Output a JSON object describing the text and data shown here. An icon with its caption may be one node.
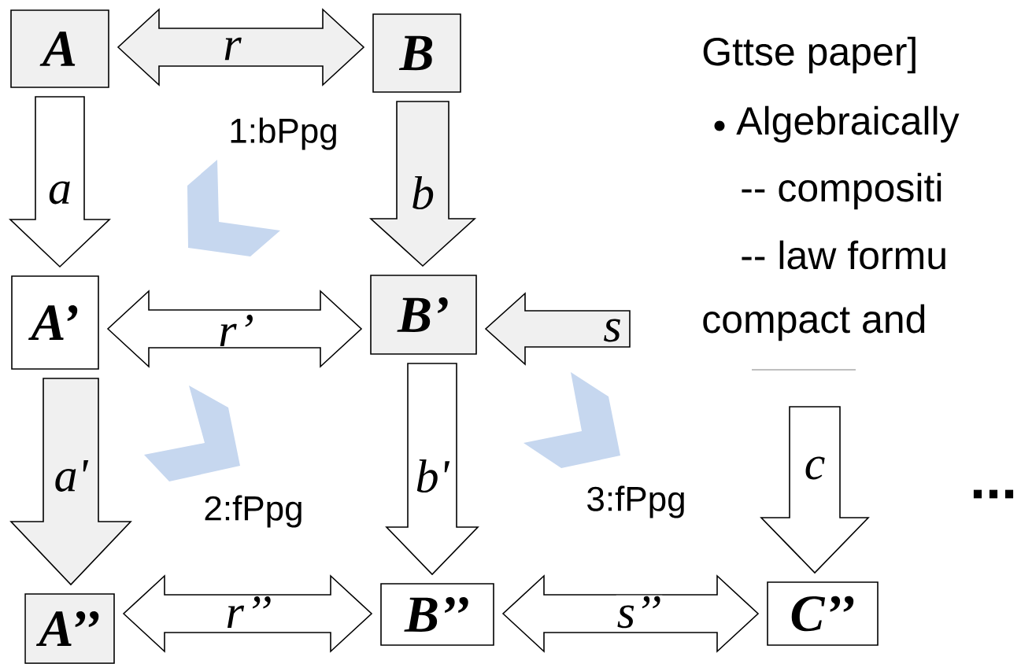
{
  "diagram": {
    "nodes": [
      {
        "text": [
          "A"
        ]
      },
      {
        "text": [
          "B"
        ]
      },
      {
        "text": [
          "A’"
        ]
      },
      {
        "text": [
          "B’"
        ]
      },
      {
        "text": [
          "A’’"
        ]
      },
      {
        "text": [
          "B’’"
        ]
      },
      {
        "text": [
          "C’’"
        ]
      }
    ],
    "edges": [
      {
        "from": 0,
        "to": 1,
        "arrow": "both",
        "label": "r"
      },
      {
        "from": 0,
        "to": 2,
        "arrow": "to",
        "label": "a"
      },
      {
        "from": 1,
        "to": 3,
        "arrow": "to",
        "label": "b"
      },
      {
        "from": 2,
        "to": 3,
        "arrow": "both",
        "label": "r’"
      },
      {
        "from": null,
        "to": 3,
        "arrow": "to",
        "label": "s"
      },
      {
        "from": 2,
        "to": 4,
        "arrow": "to",
        "label": "a'"
      },
      {
        "from": 3,
        "to": 5,
        "arrow": "to",
        "label": "b'"
      },
      {
        "from": null,
        "to": 6,
        "arrow": "to",
        "label": "c"
      },
      {
        "from": 4,
        "to": 5,
        "arrow": "both",
        "label": "r’’"
      },
      {
        "from": 5,
        "to": 6,
        "arrow": "both",
        "label": "s’’"
      }
    ],
    "labels": [
      "1:bPpg",
      "2:fPpg",
      "3:fPpg",
      "...",
      "Gttse paper]",
      "Algebraically",
      "-- compositi",
      "-- law formu",
      "compact and"
    ]
  }
}
